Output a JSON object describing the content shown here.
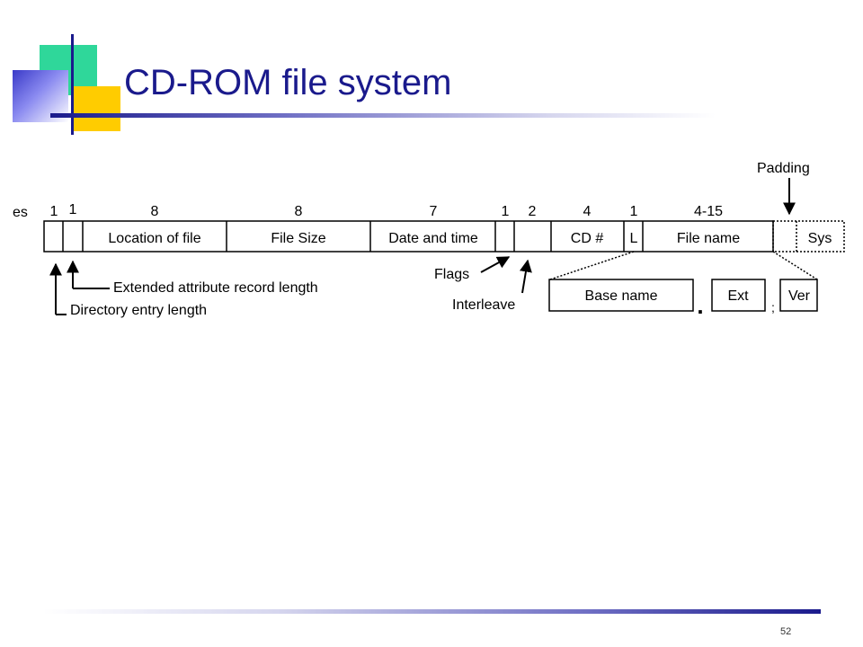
{
  "slide": {
    "title": "CD-ROM file system",
    "page_number": "52"
  },
  "diagram": {
    "cut_label": "es",
    "field_sizes": [
      "1",
      "1",
      "8",
      "8",
      "7",
      "1",
      "2",
      "4",
      "1",
      "4-15"
    ],
    "field_labels": [
      "Location of file",
      "File Size",
      "Date and time",
      "CD #",
      "L",
      "File name",
      "Sys"
    ],
    "padding_label": "Padding",
    "callouts": {
      "extended_attr": "Extended attribute record length",
      "dir_entry": "Directory entry length",
      "flags": "Flags",
      "interleave": "Interleave"
    },
    "filename_parts": {
      "base": "Base name",
      "ext": "Ext",
      "ver": "Ver",
      "dot": ".",
      "semicolon": ";"
    }
  }
}
